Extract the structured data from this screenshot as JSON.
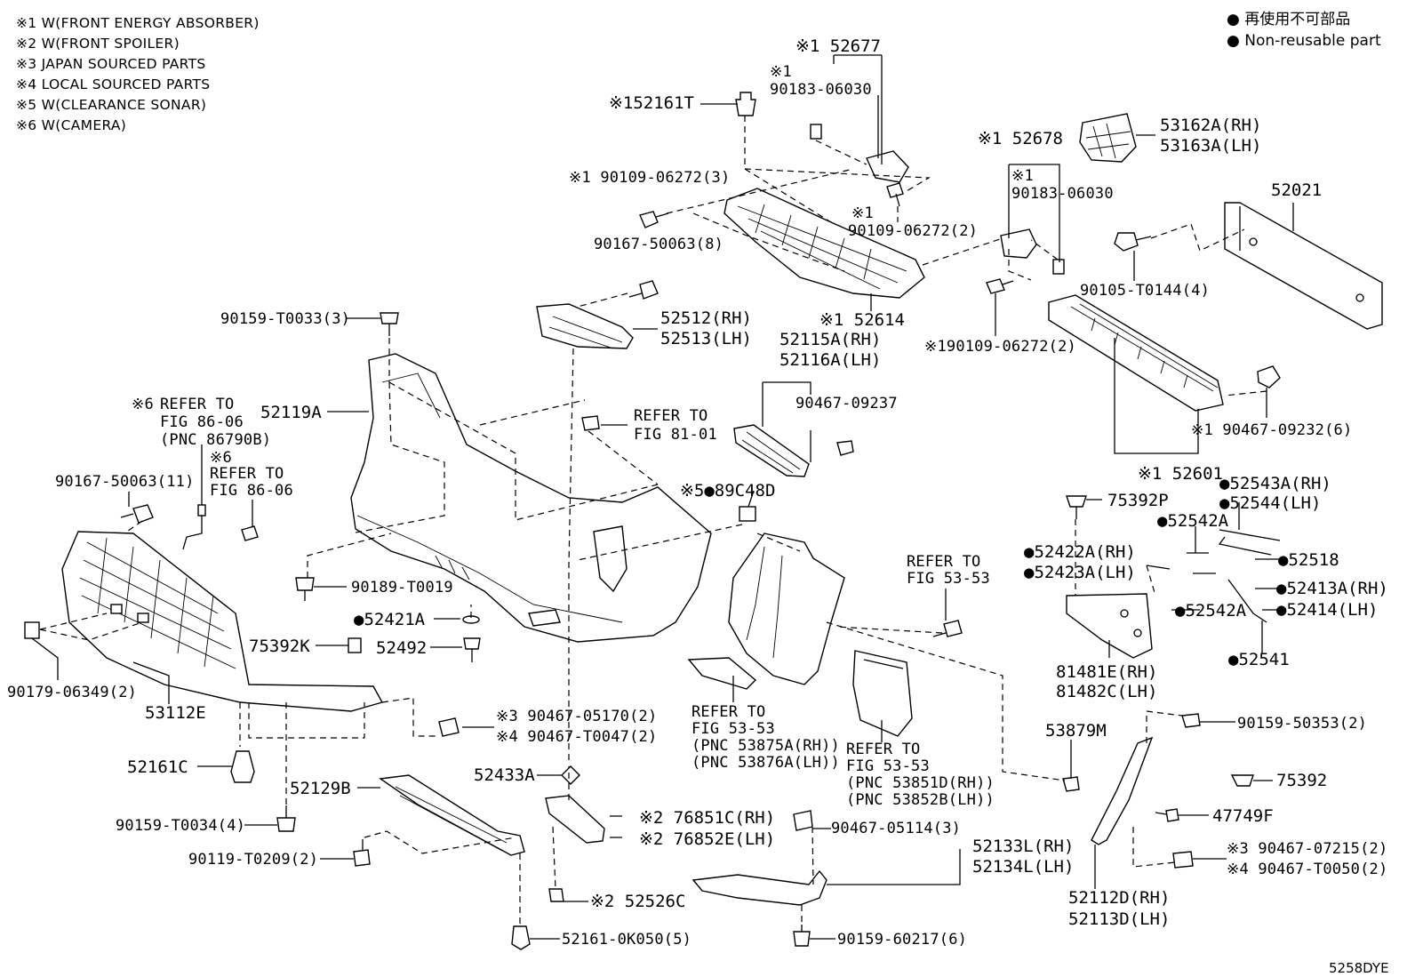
{
  "notes": [
    "※1 W(FRONT ENERGY ABSORBER)",
    "※2 W(FRONT SPOILER)",
    "※3 JAPAN SOURCED PARTS",
    "※4 LOCAL SOURCED PARTS",
    "※5 W(CLEARANCE SONAR)",
    "※6 W(CAMERA)"
  ],
  "legend": {
    "jp": "● 再使用不可部品",
    "en": "● Non-reusable part"
  },
  "diagram_code": "5258DYE",
  "callouts": {
    "p52677": "※1 52677",
    "p90183a_n": "※1",
    "p90183a": "90183-06030",
    "p52161T": "※152161T",
    "p90109a": "※1 90109-06272(3)",
    "p90167a": "90167-50063(8)",
    "p90109b_n": "※1",
    "p90109b": "90109-06272(2)",
    "p52678": "※1 52678",
    "p90183b_n": "※1",
    "p90183b": "90183-06030",
    "p53162A": "53162A(RH)",
    "p53163A": "53163A(LH)",
    "p52021": "52021",
    "p90105": "90105-T0144(4)",
    "p90109c": "※190109-06272(2)",
    "p52614": "※1 52614",
    "p52115A": "52115A(RH)",
    "p52116A": "52116A(LH)",
    "p90159T0033": "90159-T0033(3)",
    "p52512": "52512(RH)",
    "p52513": "52513(LH)",
    "p90467_09237": "90467-09237",
    "p90467_09232": "※1 90467-09232(6)",
    "p52601": "※1 52601",
    "p52119A": "52119A",
    "pRef8101a": "REFER TO",
    "pRef8101b": "FIG 81-01",
    "pRef8606a_n": "※6",
    "pRef8606a1": "REFER TO",
    "pRef8606a2": "FIG 86-06",
    "pRef8606a3": "(PNC 86790B)",
    "pRef8606b_n": "※6",
    "pRef8606b1": "REFER TO",
    "pRef8606b2": "FIG 86-06",
    "p90167b": "90167-50063(11)",
    "p89C48D": "※5●89C48D",
    "p75392P": "75392P",
    "p52543A": "●52543A(RH)",
    "p52544": "●52544(LH)",
    "p52542Aa": "●52542A",
    "p52422A": "●52422A(RH)",
    "p52423A": "●52423A(LH)",
    "p52518": "●52518",
    "p52413A": "●52413A(RH)",
    "p52414": "●52414(LH)",
    "p52542Ab": "●52542A",
    "p52541": "●52541",
    "p81481E": "81481E(RH)",
    "p81482C": "81482C(LH)",
    "pRef5353a1": "REFER TO",
    "pRef5353a2": "FIG 53-53",
    "p90189": "90189-T0019",
    "p52421A": "●52421A",
    "p52492": "52492",
    "p75392K": "75392K",
    "p90179": "90179-06349(2)",
    "p53112E": "53112E",
    "p90467_05170": "※3 90467-05170(2)",
    "p90467_T0047": "※4 90467-T0047(2)",
    "pRef5353b1": "REFER TO",
    "pRef5353b2": "FIG 53-53",
    "pRef5353b3": "(PNC 53875A(RH))",
    "pRef5353b4": "(PNC 53876A(LH))",
    "pRef5353c1": "REFER TO",
    "pRef5353c2": "FIG 53-53",
    "pRef5353c3": "(PNC 53851D(RH))",
    "pRef5353c4": "(PNC 53852B(LH))",
    "p53879M": "53879M",
    "p90159_50353": "90159-50353(2)",
    "p75392": "75392",
    "p47749F": "47749F",
    "p52161C": "52161C",
    "p52129B": "52129B",
    "p52433A": "52433A",
    "p76851C": "※2 76851C(RH)",
    "p76852E": "※2 76852E(LH)",
    "p90467_05114": "90467-05114(3)",
    "p52133L": "52133L(RH)",
    "p52134L": "52134L(LH)",
    "p90467_07215": "※3 90467-07215(2)",
    "p90467_T0050": "※4 90467-T0050(2)",
    "p90159_T0034": "90159-T0034(4)",
    "p90119": "90119-T0209(2)",
    "p52526C": "※2 52526C",
    "p52112D": "52112D(RH)",
    "p52113D": "52113D(LH)",
    "p52161_0K050": "52161-0K050(5)",
    "p90159_60217": "90159-60217(6)"
  }
}
